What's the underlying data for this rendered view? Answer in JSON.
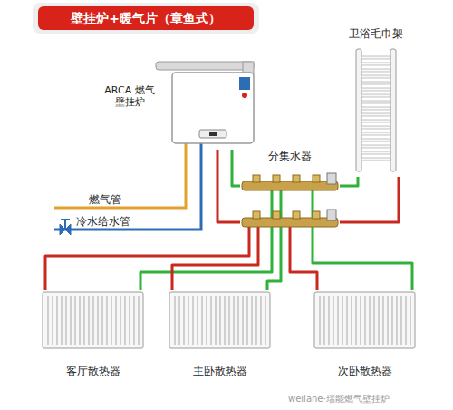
{
  "diagram": {
    "title": "壁挂炉+暖气片（章鱼式）",
    "nodes": [
      {
        "text": [
          "ARCA 燃气壁挂炉"
        ]
      },
      {
        "text": [
          "卫浴毛巾架"
        ]
      },
      {
        "text": [
          "分集水器"
        ]
      },
      {
        "text": [
          "客厅散热器"
        ]
      },
      {
        "text": [
          "主卧散热器"
        ]
      },
      {
        "text": [
          "次卧散热器"
        ]
      }
    ],
    "edges": [
      {
        "from": 0,
        "to": 2,
        "arrow": "none"
      },
      {
        "from": 2,
        "to": 1,
        "arrow": "none"
      },
      {
        "from": 2,
        "to": 3,
        "arrow": "none"
      },
      {
        "from": 2,
        "to": 4,
        "arrow": "none"
      },
      {
        "from": 2,
        "to": 5,
        "arrow": "none"
      }
    ],
    "labels": [
      "燃气管",
      "冷水给水管",
      "weilane·瑞能燃气壁挂炉"
    ]
  }
}
